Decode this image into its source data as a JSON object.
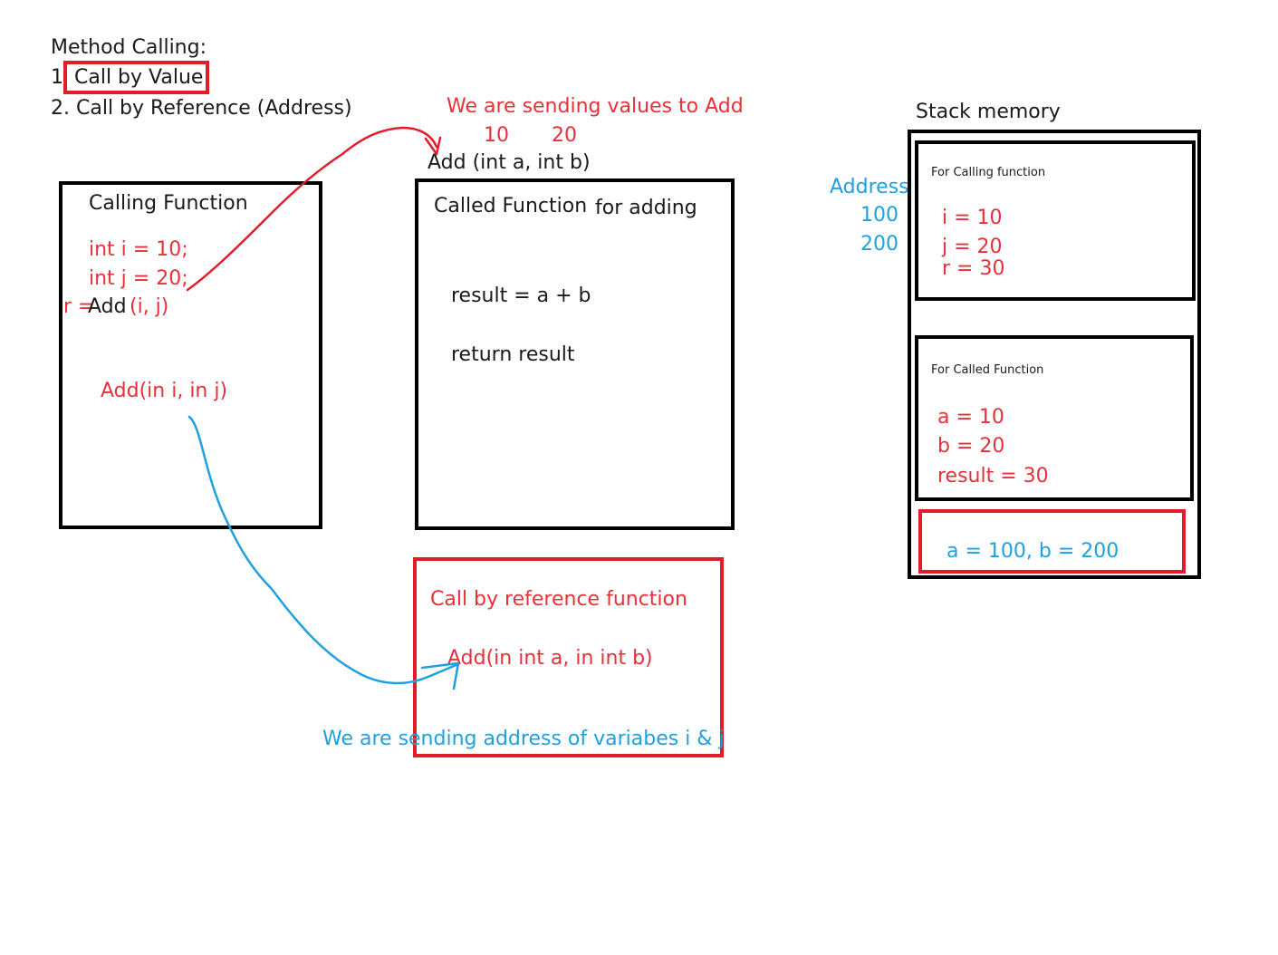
{
  "heading": {
    "title": "Method Calling:",
    "item1_prefix": "1",
    "item1_boxed": "Call by Value",
    "item2": "2. Call by Reference (Address)"
  },
  "annotations": {
    "sending_values": "We are sending values to Add",
    "value_a": "10",
    "value_b": "20",
    "signature": "Add (int a, int b)",
    "sending_address": "We are sending address of variabes i & j"
  },
  "calling_box": {
    "title": "Calling Function",
    "line_i": "int i = 10;",
    "line_j": "int j = 20;",
    "call_prefix": "r =",
    "call_name": "Add",
    "call_args": "(i, j)",
    "ref_call": "Add(in i, in j)"
  },
  "called_box": {
    "title": "Called Function",
    "note": "for adding",
    "line_result": "result = a + b",
    "line_return": "return result"
  },
  "reference_box": {
    "title": "Call by reference function",
    "signature": "Add(in int a, in int b)"
  },
  "stack": {
    "title": "Stack memory",
    "address_label": "Address",
    "addr_1": "100",
    "addr_2": "200",
    "frame_calling": {
      "label": "For Calling function",
      "v1": "i = 10",
      "v2": "j = 20",
      "v3": "r = 30"
    },
    "frame_called": {
      "label": "For Called Function",
      "v1": "a = 10",
      "v2": "b = 20",
      "v3": "result = 30"
    },
    "ref_frame": "a = 100, b = 200"
  },
  "colors": {
    "red": "#e8303a",
    "blue": "#1fa0e0",
    "black": "#000000"
  }
}
